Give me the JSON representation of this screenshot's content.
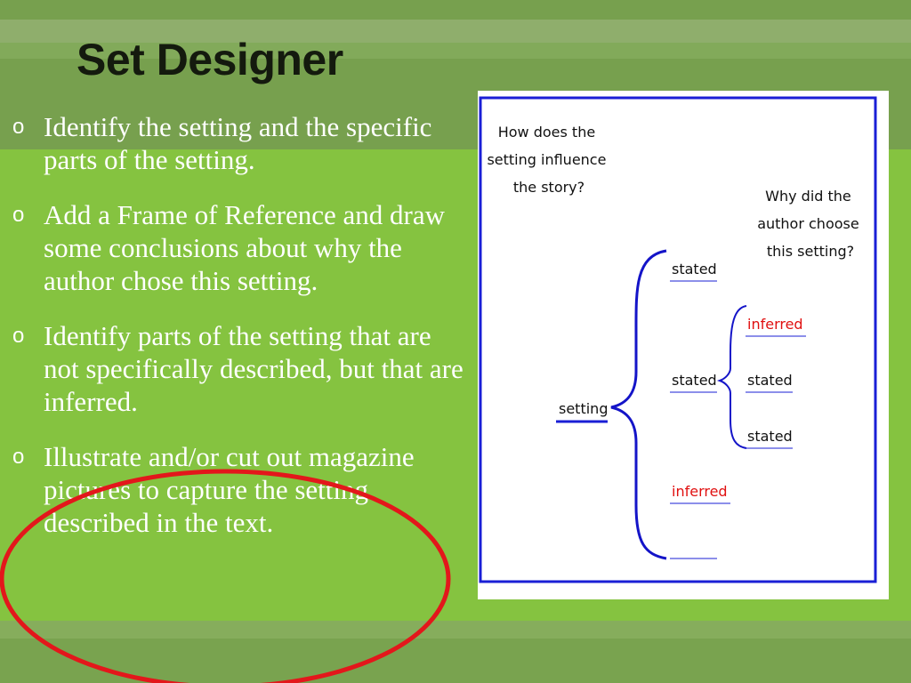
{
  "slide": {
    "title": "Set Designer",
    "bullet_marker": "o",
    "bullets": [
      "Identify the setting and the specific parts of the setting.",
      "Add a Frame of Reference and draw some conclusions about why the author chose this setting.",
      "Identify parts of the setting that are not specifically described, but that are inferred.",
      "Illustrate and/or cut out magazine pictures to capture the setting described in the text."
    ]
  },
  "diagram": {
    "question_left": [
      "How does the",
      "setting influence",
      "the story?"
    ],
    "question_right": [
      "Why did the",
      "author choose",
      "this setting?"
    ],
    "root_label": "setting",
    "branch_1": "stated",
    "branch_2": "stated",
    "branch_3": "inferred",
    "sub_1": "inferred",
    "sub_2": "stated",
    "sub_3": "stated",
    "colors": {
      "frame": "#1a1fd6",
      "brace": "#1414c8",
      "inferred": "#e01010",
      "text": "#111111"
    }
  },
  "annotation": {
    "shape": "ellipse",
    "color": "#e3171b"
  }
}
